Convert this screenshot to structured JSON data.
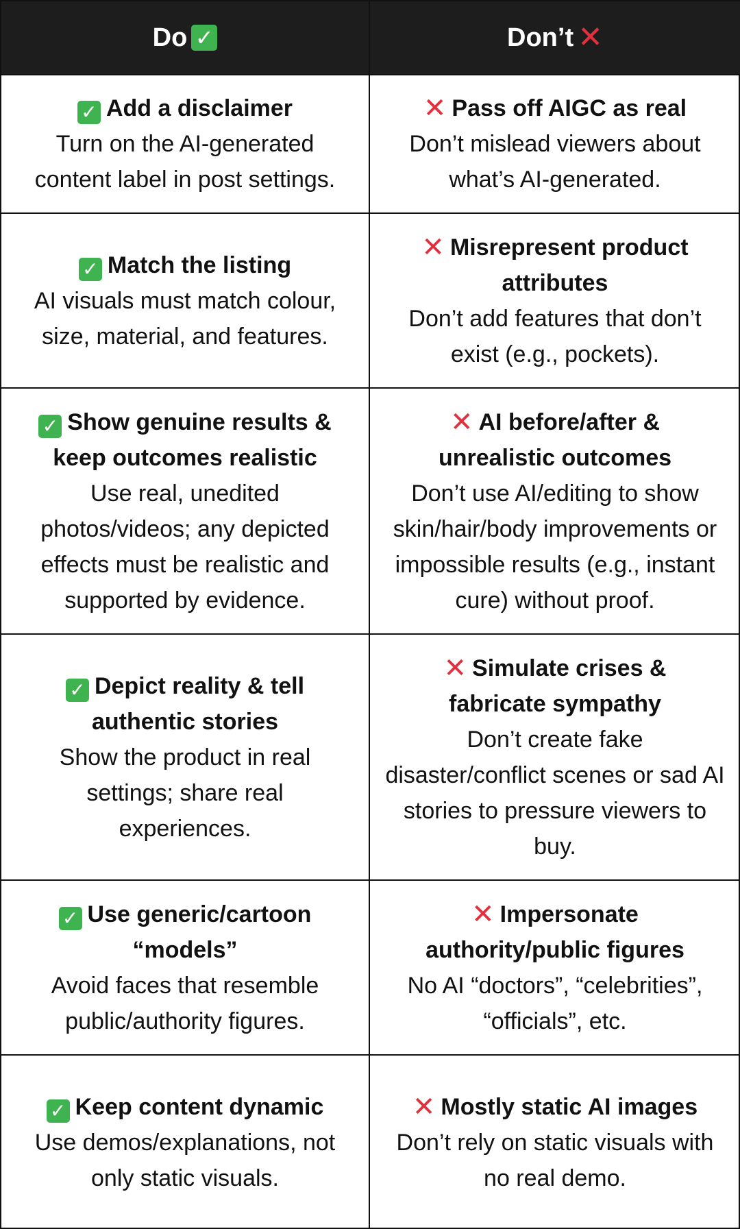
{
  "header": {
    "do_label": "Do",
    "dont_label": "Don’t",
    "do_icon": "check-icon",
    "dont_icon": "cross-icon"
  },
  "colors": {
    "header_bg": "#1d1d1d",
    "check_green": "#3fb34f",
    "cross_red": "#e2303e"
  },
  "icons": {
    "check_glyph": "✓",
    "cross_glyph": "✕"
  },
  "rows": [
    {
      "do_title": "Add a disclaimer",
      "do_desc": "Turn on the AI-generated content label in post settings.",
      "dont_title": "Pass off AIGC as real",
      "dont_desc": "Don’t mislead viewers about what’s AI-generated."
    },
    {
      "do_title": "Match the listing",
      "do_desc": "AI visuals must match colour, size, material, and features.",
      "dont_title": "Misrepresent product attributes",
      "dont_desc": "Don’t add features that don’t exist (e.g., pockets)."
    },
    {
      "do_title": "Show genuine results & keep outcomes realistic",
      "do_desc": "Use real, unedited photos/videos; any depicted effects must be realistic and supported by evidence.",
      "dont_title": "AI before/after & unrealistic outcomes",
      "dont_desc": "Don’t use AI/editing to show skin/hair/body improvements or impossible results (e.g., instant cure) without proof."
    },
    {
      "do_title": "Depict reality & tell authentic stories",
      "do_desc": "Show the product in real settings; share real experiences.",
      "dont_title": "Simulate crises & fabricate sympathy",
      "dont_desc": "Don’t create fake disaster/conflict scenes or sad AI stories to pressure viewers to buy."
    },
    {
      "do_title": "Use generic/cartoon “models”",
      "do_desc": "Avoid faces that resemble public/authority figures.",
      "dont_title": "Impersonate authority/public figures",
      "dont_desc": "No AI “doctors”, “celebrities”, “officials”, etc."
    },
    {
      "do_title": "Keep content dynamic",
      "do_desc": "Use demos/explanations, not only static visuals.",
      "dont_title": "Mostly static AI images",
      "dont_desc": "Don’t rely on static visuals with no real demo."
    }
  ]
}
